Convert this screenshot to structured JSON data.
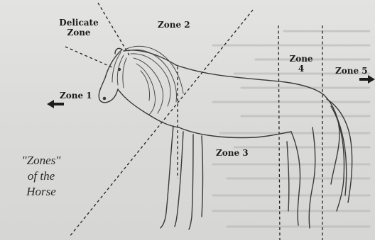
{
  "diagram": {
    "title_lines": [
      "\"Zones\"",
      "of the",
      "Horse"
    ],
    "zones": {
      "delicate": [
        "Delicate",
        "Zone"
      ],
      "zone1": "Zone 1",
      "zone2": "Zone 2",
      "zone3": "Zone 3",
      "zone4": [
        "Zone",
        "4"
      ],
      "zone5": "Zone 5"
    }
  },
  "colors": {
    "ink": "#1d1d1d",
    "paper": "#dcdcda"
  },
  "icons": [
    "arrow-left-icon",
    "arrow-right-icon",
    "horse-illustration"
  ]
}
